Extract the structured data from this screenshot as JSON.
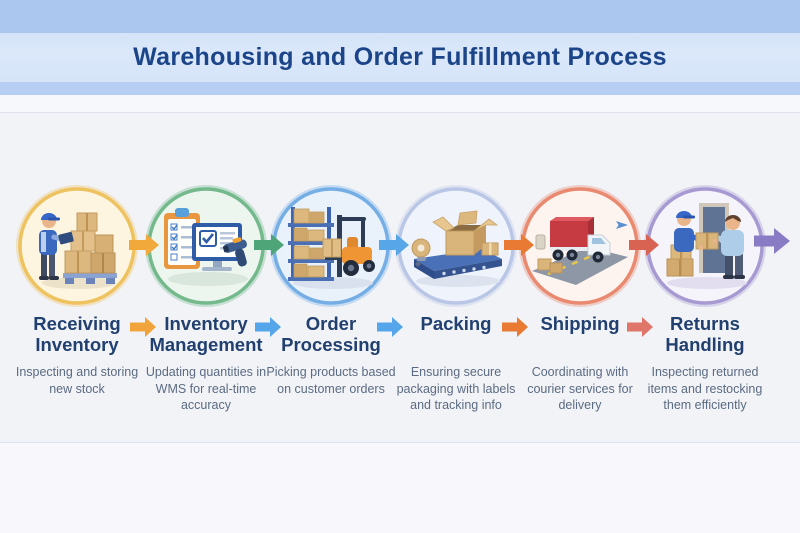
{
  "header": {
    "title": "Warehousing and Order Fulfillment Process"
  },
  "palette": {
    "header_band_top": "#abc7ef",
    "title_band": "#d9e6f8",
    "header_band_lower": "#b6cef2",
    "content_background": "#f2f3f7",
    "title_text": "#1c4589",
    "step_label_text": "#21406f",
    "description_text": "#5b6b82"
  },
  "steps": [
    {
      "label": "Receiving Inventory",
      "description": "Inspecting and storing new stock",
      "icon": "worker-checking-boxes-on-pallet",
      "ring": "#eec25f",
      "fill": "#fdf5e0"
    },
    {
      "label": "Inventory Management",
      "description": "Updating quantities in WMS for real-time accuracy",
      "icon": "checklist-monitor-barcode-scanner",
      "ring": "#74b98c",
      "fill": "#edf6ee"
    },
    {
      "label": "Order Processing",
      "description": "Picking products based on customer orders",
      "icon": "forklift-at-warehouse-rack",
      "ring": "#74aee4",
      "fill": "#e9f1fb"
    },
    {
      "label": "Packing",
      "description": "Ensuring secure packaging with labels and tracking info",
      "icon": "open-box-on-conveyor-belt",
      "ring": "#b9c6e6",
      "fill": "#eff3fb"
    },
    {
      "label": "Shipping",
      "description": "Coordinating with courier services for delivery",
      "icon": "delivery-truck-on-road",
      "ring": "#e98a70",
      "fill": "#fdf3ef"
    },
    {
      "label": "Returns Handling",
      "description": "Inspecting returned items and restocking them efficiently",
      "icon": "courier-handing-box-to-customer",
      "ring": "#a79ad2",
      "fill": "#f6f4fb"
    }
  ],
  "flow_arrows": {
    "circle_row": [
      {
        "color": "#f2a93b"
      },
      {
        "color": "#4ea578"
      },
      {
        "color": "#57a7e8"
      },
      {
        "color": "#e87a33"
      },
      {
        "color": "#d96353"
      },
      {
        "color": "#8a7cc4"
      }
    ],
    "label_row": [
      {
        "color": "#f2a43c"
      },
      {
        "color": "#54a5ea"
      },
      {
        "color": "#54a5ea"
      },
      {
        "color": "#e87a33"
      },
      {
        "color": "#e0766a"
      }
    ]
  }
}
